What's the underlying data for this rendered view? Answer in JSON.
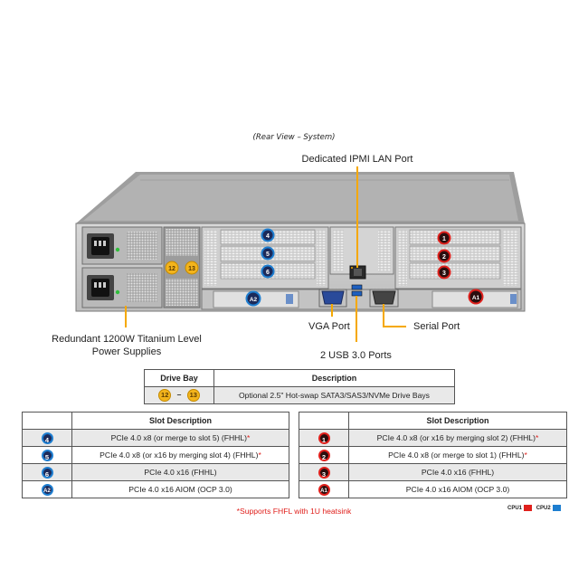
{
  "caption": "(Rear View – System)",
  "callouts": {
    "ipmi": "Dedicated IPMI LAN Port",
    "vga": "VGA Port",
    "serial": "Serial Port",
    "usb": "2 USB 3.0 Ports",
    "psu_line1": "Redundant 1200W Titanium Level",
    "psu_line2": "Power Supplies"
  },
  "chassis_badges": {
    "blue": [
      "4",
      "5",
      "6",
      "A2"
    ],
    "red": [
      "1",
      "2",
      "3",
      "A1"
    ],
    "yellow": [
      "12",
      "13"
    ]
  },
  "drive_table": {
    "headers": [
      "Drive Bay",
      "Description"
    ],
    "row": {
      "bay_from": "12",
      "dash": "–",
      "bay_to": "13",
      "description": "Optional 2.5\" Hot-swap SATA3/SAS3/NVMe Drive Bays"
    }
  },
  "left_table": {
    "header": "Slot Description",
    "rows": [
      {
        "badge": "4",
        "text": "PCIe 4.0 x8 (or merge to slot 5) (FHHL)",
        "star": "*"
      },
      {
        "badge": "5",
        "text": "PCIe 4.0 x8 (or x16 by merging slot 4) (FHHL)",
        "star": "*"
      },
      {
        "badge": "6",
        "text": "PCIe 4.0 x16 (FHHL)",
        "star": ""
      },
      {
        "badge": "A2",
        "text": "PCIe 4.0 x16 AIOM (OCP 3.0)",
        "star": ""
      }
    ]
  },
  "right_table": {
    "header": "Slot Description",
    "rows": [
      {
        "badge": "1",
        "text": "PCIe 4.0 x8 (or x16 by merging slot 2) (FHHL)",
        "star": "*"
      },
      {
        "badge": "2",
        "text": "PCIe 4.0 x8 (or merge to slot 1) (FHHL)",
        "star": "*"
      },
      {
        "badge": "3",
        "text": "PCIe 4.0 x16 (FHHL)",
        "star": ""
      },
      {
        "badge": "A1",
        "text": "PCIe 4.0 x16 AIOM (OCP 3.0)",
        "star": ""
      }
    ]
  },
  "footnote": "*Supports FHFL with 1U heatsink",
  "legend": {
    "cpu1": "CPU1",
    "cpu1_color": "#e0201c",
    "cpu2": "CPU2",
    "cpu2_color": "#1e7ed0"
  },
  "colors": {
    "callout_line": "#f5a800",
    "blue": "#1e7ed0",
    "red": "#e0201c",
    "yellow": "#f3b41c"
  }
}
